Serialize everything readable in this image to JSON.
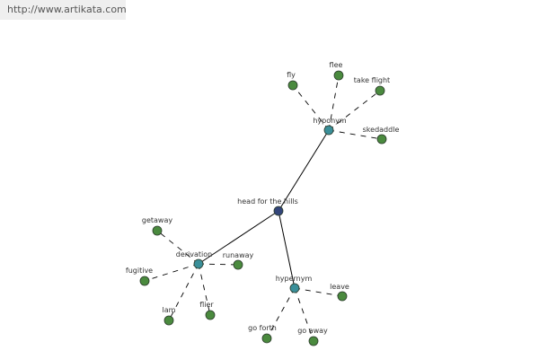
{
  "header": {
    "url": "http://www.artikata.com"
  },
  "graph": {
    "colors": {
      "root": "#33457a",
      "relation": "#3a8f99",
      "leaf": "#4a8a3e",
      "node_stroke": "#2a3a2a",
      "edge": "#000000",
      "label": "#333333"
    },
    "nodes": [
      {
        "id": "root",
        "label": "head for the hills",
        "kind": "root"
      },
      {
        "id": "hyponym",
        "label": "hyponym",
        "kind": "relation"
      },
      {
        "id": "derivation",
        "label": "derivation",
        "kind": "relation"
      },
      {
        "id": "hypernym",
        "label": "hypernym",
        "kind": "relation"
      },
      {
        "id": "fly",
        "label": "fly",
        "kind": "leaf"
      },
      {
        "id": "flee",
        "label": "flee",
        "kind": "leaf"
      },
      {
        "id": "take-flight",
        "label": "take flight",
        "kind": "leaf"
      },
      {
        "id": "skedaddle",
        "label": "skedaddle",
        "kind": "leaf"
      },
      {
        "id": "getaway",
        "label": "getaway",
        "kind": "leaf"
      },
      {
        "id": "runaway",
        "label": "runaway",
        "kind": "leaf"
      },
      {
        "id": "fugitive",
        "label": "fugitive",
        "kind": "leaf"
      },
      {
        "id": "lam",
        "label": "lam",
        "kind": "leaf"
      },
      {
        "id": "flier",
        "label": "flier",
        "kind": "leaf"
      },
      {
        "id": "leave",
        "label": "leave",
        "kind": "leaf"
      },
      {
        "id": "go-forth",
        "label": "go forth",
        "kind": "leaf"
      },
      {
        "id": "go-away",
        "label": "go away",
        "kind": "leaf"
      }
    ],
    "edges": [
      {
        "from": "root",
        "to": "hyponym",
        "style": "solid"
      },
      {
        "from": "root",
        "to": "derivation",
        "style": "solid"
      },
      {
        "from": "root",
        "to": "hypernym",
        "style": "solid"
      },
      {
        "from": "hyponym",
        "to": "fly",
        "style": "dashed"
      },
      {
        "from": "hyponym",
        "to": "flee",
        "style": "dashed"
      },
      {
        "from": "hyponym",
        "to": "take-flight",
        "style": "dashed"
      },
      {
        "from": "hyponym",
        "to": "skedaddle",
        "style": "dashed"
      },
      {
        "from": "derivation",
        "to": "getaway",
        "style": "dashed"
      },
      {
        "from": "derivation",
        "to": "runaway",
        "style": "dashed"
      },
      {
        "from": "derivation",
        "to": "fugitive",
        "style": "dashed"
      },
      {
        "from": "derivation",
        "to": "lam",
        "style": "dashed"
      },
      {
        "from": "derivation",
        "to": "flier",
        "style": "dashed"
      },
      {
        "from": "hypernym",
        "to": "leave",
        "style": "dashed"
      },
      {
        "from": "hypernym",
        "to": "go-forth",
        "style": "dashed"
      },
      {
        "from": "hypernym",
        "to": "go-away",
        "style": "dashed"
      }
    ]
  }
}
